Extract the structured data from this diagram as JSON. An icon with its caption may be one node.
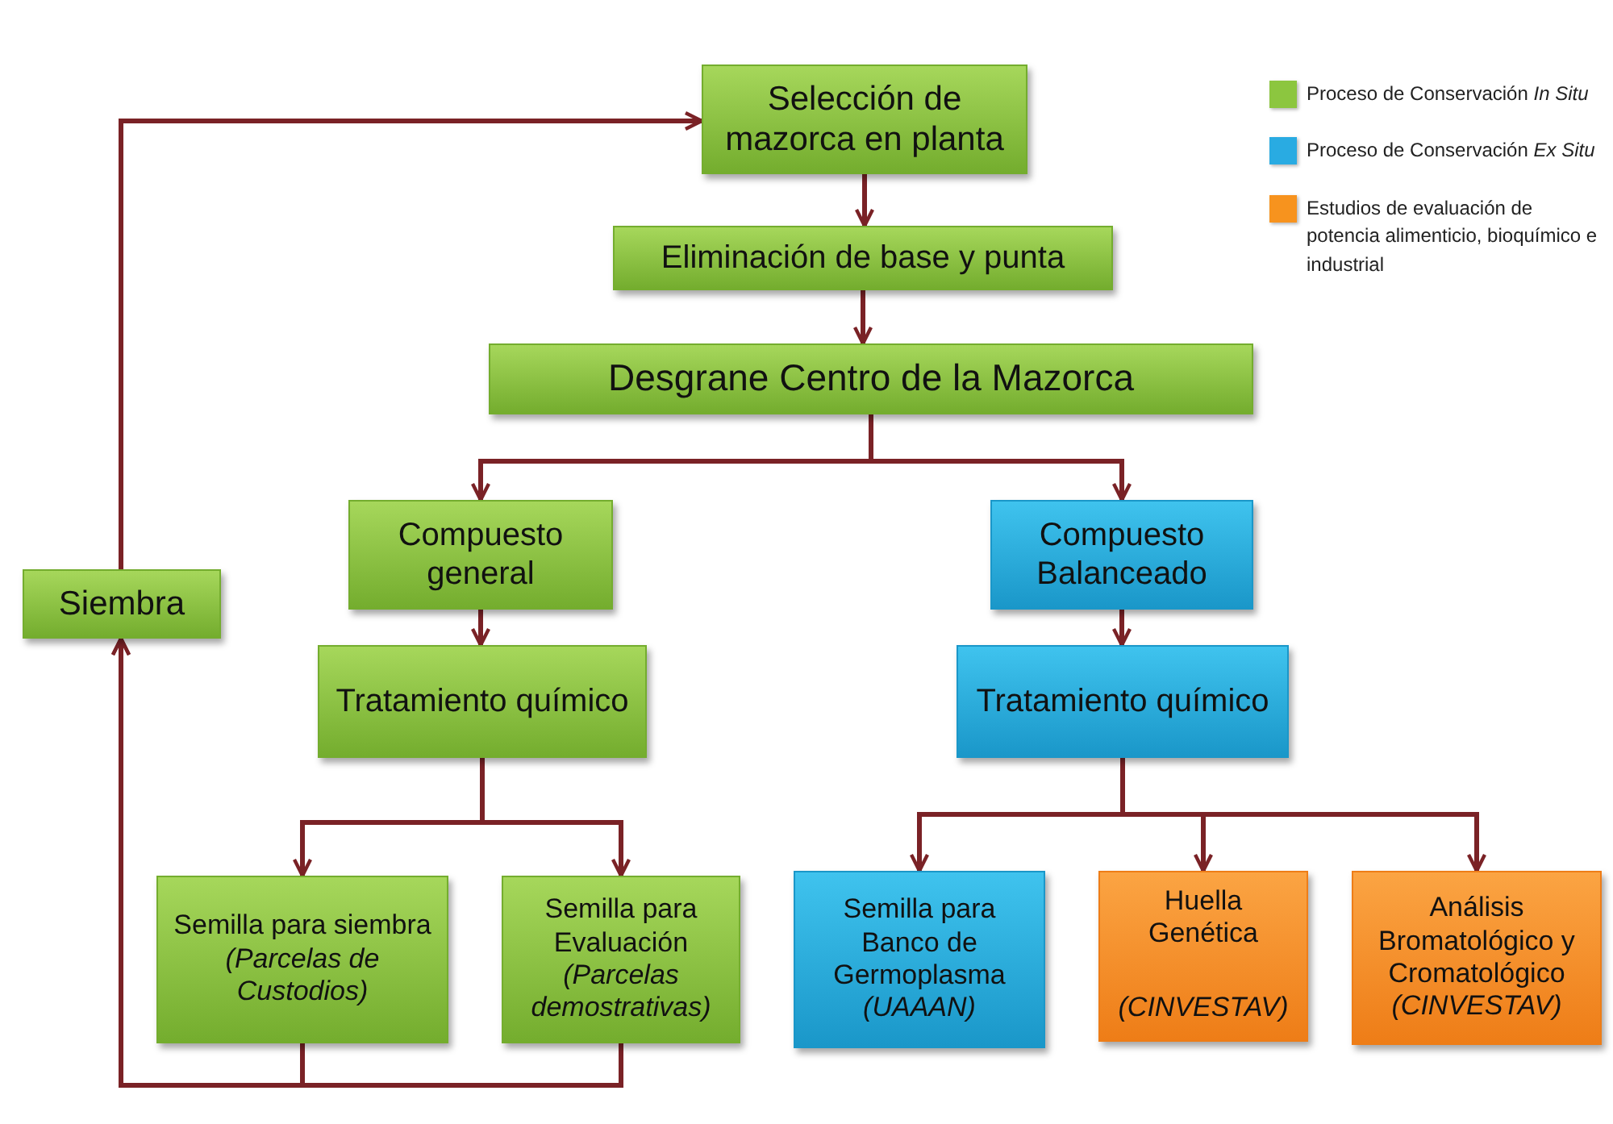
{
  "diagram": {
    "nodes": [
      {
        "text": [
          "Selección de mazorca en planta"
        ]
      },
      {
        "text": [
          "Eliminación de base y punta"
        ]
      },
      {
        "text": [
          "Desgrane Centro de la Mazorca"
        ]
      },
      {
        "text": [
          "Compuesto general"
        ]
      },
      {
        "text": [
          "Compuesto Balanceado"
        ]
      },
      {
        "text": [
          "Siembra"
        ]
      },
      {
        "text": [
          "Tratamiento químico"
        ]
      },
      {
        "text": [
          "Tratamiento químico"
        ]
      },
      {
        "text": [
          "Semilla para siembra",
          "(Parcelas de Custodios)"
        ]
      },
      {
        "text": [
          "Semilla para Evaluación",
          "(Parcelas demostrativas)"
        ]
      },
      {
        "text": [
          "Semilla para Banco de Germoplasma",
          "(UAAAN)"
        ]
      },
      {
        "text": [
          "Huella Genética",
          "(CINVESTAV)"
        ]
      },
      {
        "text": [
          "Análisis Bromatológico y Cromatológico",
          "(CINVESTAV)"
        ]
      }
    ],
    "edges": [
      {
        "from": 0,
        "to": 1,
        "arrow": "to"
      },
      {
        "from": 1,
        "to": 2,
        "arrow": "to"
      },
      {
        "from": 2,
        "to": 3,
        "arrow": "to"
      },
      {
        "from": 2,
        "to": 4,
        "arrow": "to"
      },
      {
        "from": 3,
        "to": 6,
        "arrow": "to"
      },
      {
        "from": 4,
        "to": 7,
        "arrow": "to"
      },
      {
        "from": 6,
        "to": 8,
        "arrow": "to"
      },
      {
        "from": 6,
        "to": 9,
        "arrow": "to"
      },
      {
        "from": 7,
        "to": 10,
        "arrow": "to"
      },
      {
        "from": 7,
        "to": 11,
        "arrow": "to"
      },
      {
        "from": 7,
        "to": 12,
        "arrow": "to"
      },
      {
        "from": 8,
        "to": 5,
        "arrow": "to"
      },
      {
        "from": 9,
        "to": 5,
        "arrow": "to"
      },
      {
        "from": 5,
        "to": 0,
        "arrow": "to"
      }
    ],
    "legend": [
      {
        "text": "Proceso de Conservación *In Situ*",
        "color": "#8cc63f"
      },
      {
        "text": "Proceso de Conservación *Ex Situ*",
        "color": "#29abe2"
      },
      {
        "text": "Estudios de evaluación de potencia alimenticio, bioquímico e industrial",
        "color": "#f7931e"
      }
    ]
  }
}
